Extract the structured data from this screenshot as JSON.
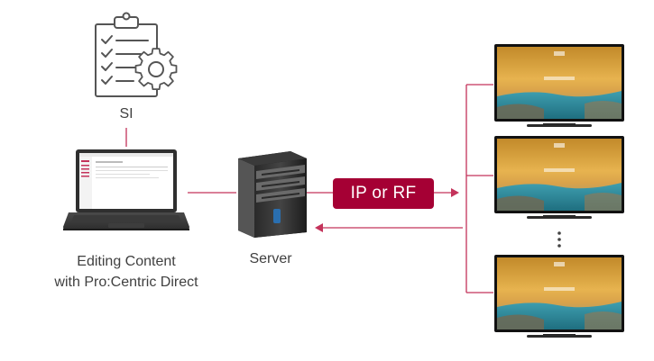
{
  "labels": {
    "si": "SI",
    "laptop_line1": "Editing Content",
    "laptop_line2": "with Pro:Centric Direct",
    "server": "Server",
    "protocol": "IP or RF"
  },
  "icons": {
    "si": "checklist-gear-icon",
    "laptop": "laptop-icon",
    "server": "server-tower-icon",
    "tv": "tv-icon"
  },
  "colors": {
    "accent": "#a50034",
    "line": "#c4335b",
    "text": "#404040",
    "icon_stroke": "#555555"
  },
  "tv_count_shown": 3,
  "ellipsis": "more-displays"
}
